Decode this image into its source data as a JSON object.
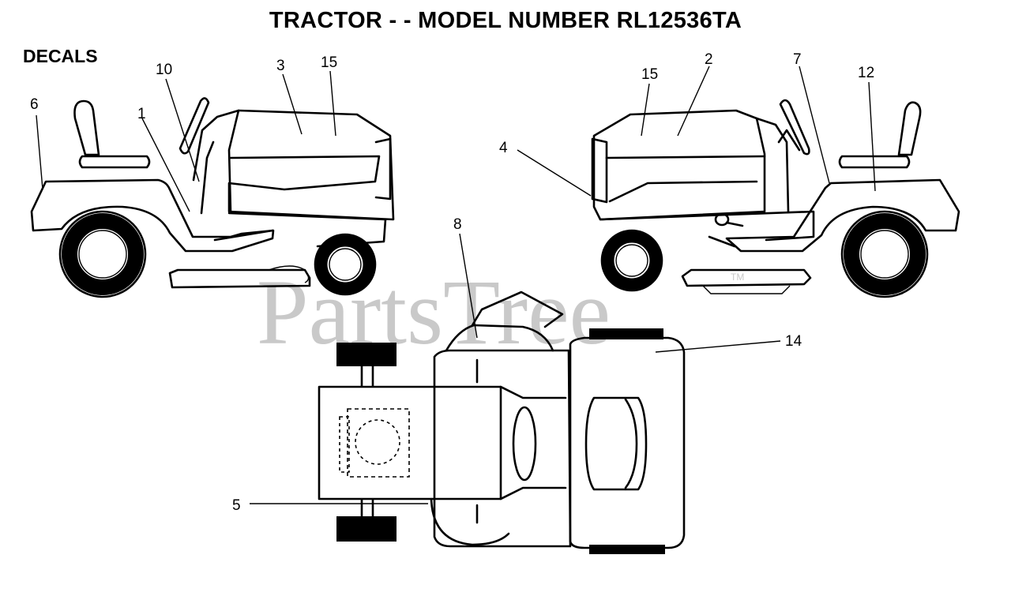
{
  "header": {
    "title": "TRACTOR - - MODEL NUMBER RL12536TA",
    "section": "DECALS"
  },
  "watermark": {
    "text": "PartsTree",
    "tm": "TM"
  },
  "callouts": {
    "c1": "1",
    "c2": "2",
    "c3": "3",
    "c4": "4",
    "c5": "5",
    "c6": "6",
    "c7": "7",
    "c8": "8",
    "c10": "10",
    "c12": "12",
    "c14": "14",
    "c15_left": "15",
    "c15_right": "15"
  },
  "icons": [
    "left-side-tractor-icon",
    "right-side-tractor-icon",
    "top-view-tractor-icon"
  ],
  "colors": {
    "line": "#000000",
    "watermark": "#c9c9c9",
    "background": "#ffffff"
  }
}
